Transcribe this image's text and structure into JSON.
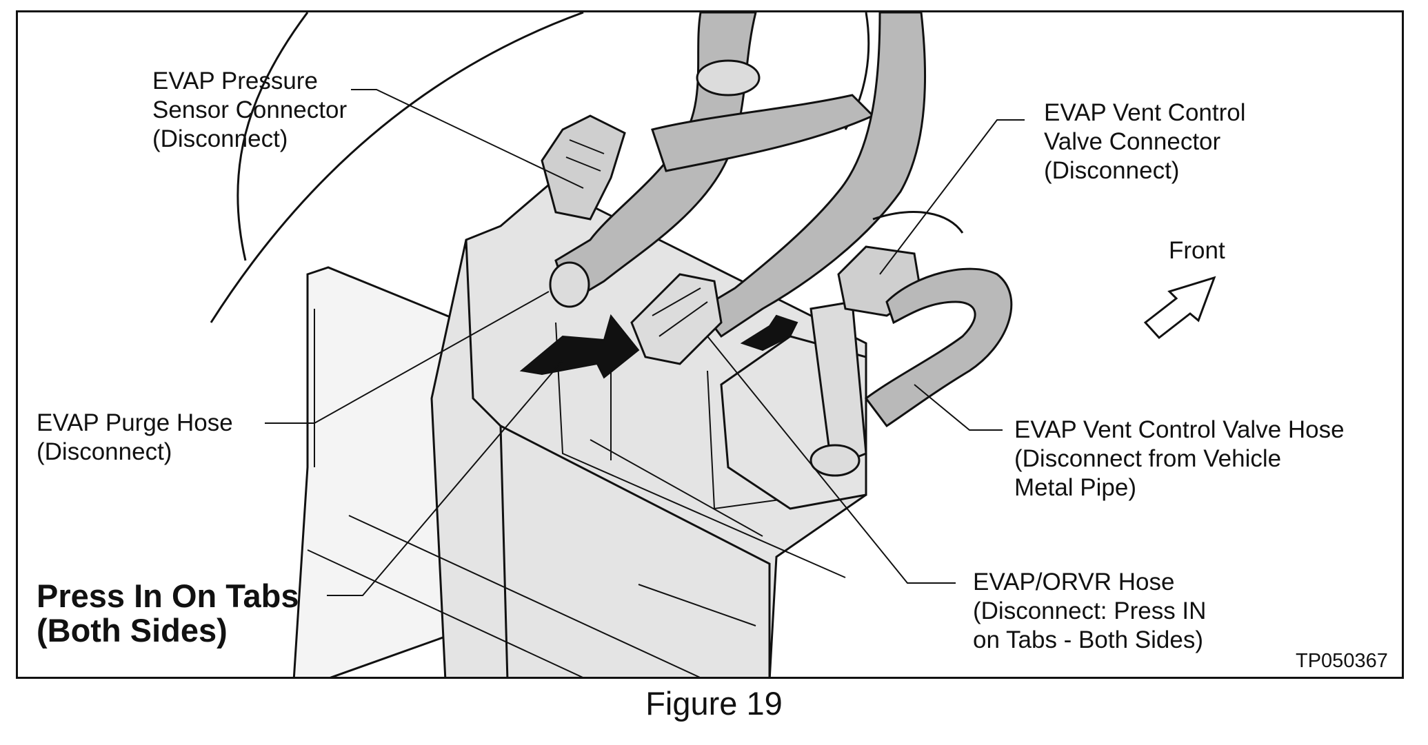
{
  "labels": {
    "pressure_sensor": [
      "EVAP Pressure",
      "Sensor Connector",
      "(Disconnect)"
    ],
    "vent_connector": [
      "EVAP Vent Control",
      "Valve Connector",
      "(Disconnect)"
    ],
    "front": "Front",
    "purge_hose": [
      "EVAP Purge Hose",
      "(Disconnect)"
    ],
    "vent_hose": [
      "EVAP Vent Control Valve Hose",
      "(Disconnect from Vehicle",
      "Metal Pipe)"
    ],
    "press_tabs": [
      "Press In On Tabs",
      "(Both Sides)"
    ],
    "orvr_hose": [
      "EVAP/ORVR Hose",
      "(Disconnect: Press IN",
      "on Tabs - Both Sides)"
    ]
  },
  "figure_code": "TP050367",
  "caption": "Figure 19",
  "colors": {
    "line": "#111111",
    "component_fill": "#e4e4e4",
    "hose_fill": "#b9b9b9",
    "shade": "#cfcfcf"
  }
}
